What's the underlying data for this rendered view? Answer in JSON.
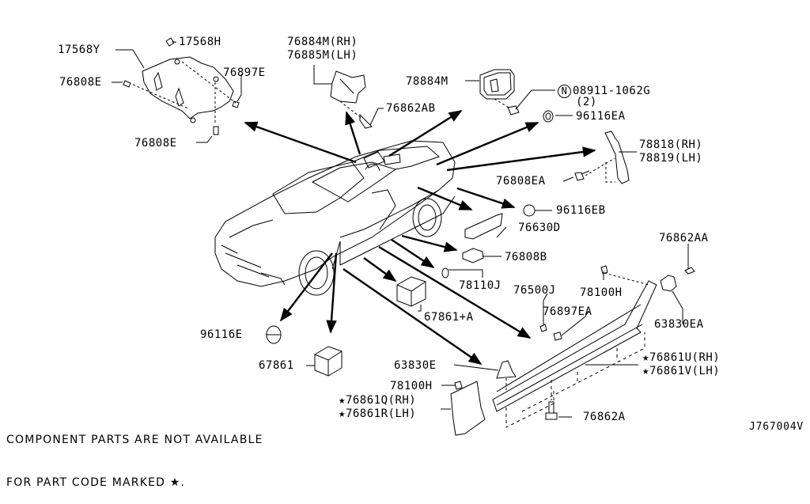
{
  "diagram": {
    "title": "Body side molding & mud guard parts",
    "reference_code": "J767004V",
    "note_line1": "COMPONENT PARTS ARE NOT AVAILABLE",
    "note_line2": "FOR PART CODE MARKED ★.",
    "star_icon": "star-icon",
    "nut_symbol": "N"
  },
  "parts": {
    "p17568Y": "17568Y",
    "p17568H": "17568H",
    "p76808E_a": "76808E",
    "p76897E": "76897E",
    "p76808E_b": "76808E",
    "p76884M": "76884M(RH)",
    "p76885M": "76885M(LH)",
    "p76862AB": "76862AB",
    "p78884M": "78884M",
    "p08911": "08911-1062G",
    "p08911_qty": "(2)",
    "p96116EA": "96116EA",
    "p78818": "78818(RH)",
    "p78819": "78819(LH)",
    "p76808EA": "76808EA",
    "p96116EB": "96116EB",
    "p76630D": "76630D",
    "p76808B": "76808B",
    "p76862AA": "76862AA",
    "p78110J": "78110J",
    "p76500J": "76500J",
    "p78100H_a": "78100H",
    "p76897EA": "76897EA",
    "p63830EA": "63830EA",
    "p67861A": "67861+A",
    "p96116E": "96116E",
    "p76861U": "76861U(RH)",
    "p76861V": "76861V(LH)",
    "p67861": "67861",
    "p63830E": "63830E",
    "p78100H_b": "78100H",
    "p76861Q": "76861Q(RH)",
    "p76861R": "76861R(LH)",
    "p76862A": "76862A"
  }
}
